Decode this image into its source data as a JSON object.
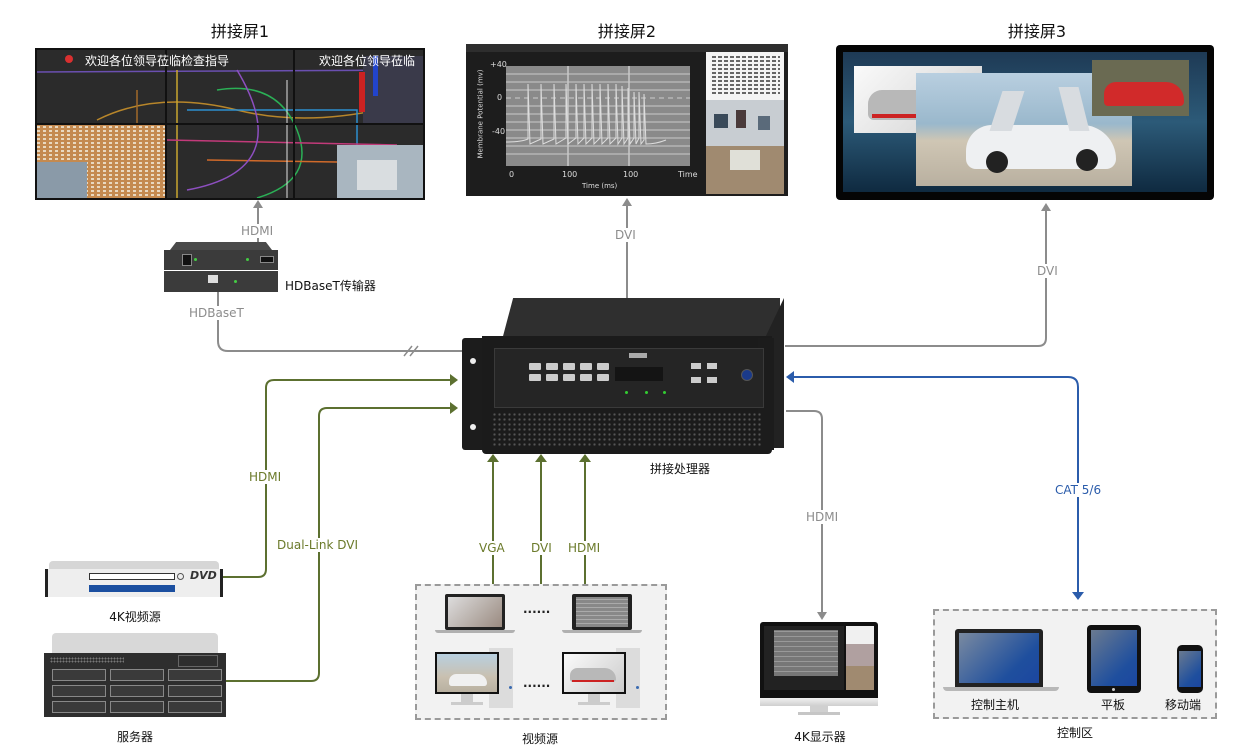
{
  "screens": [
    {
      "title": "拼接屏1",
      "banner_left": "欢迎各位领导莅临检查指导",
      "banner_right": "欢迎各位领导莅临"
    },
    {
      "title": "拼接屏2",
      "chart": {
        "ylabel": "Membrane Potential (mv)",
        "yticks": [
          "+40",
          "0",
          "-40"
        ],
        "xticks": [
          "0",
          "100",
          "100",
          "Time"
        ],
        "xlabel": "Time (ms)"
      }
    },
    {
      "title": "拼接屏3"
    }
  ],
  "devices": {
    "hdbaset_transmitter": "HDBaseT传输器",
    "processor": "拼接处理器",
    "video_source_4k": "4K视频源",
    "server": "服务器",
    "video_sources": "视频源",
    "monitor_4k": "4K显示器",
    "control_area": "控制区",
    "control_host": "控制主机",
    "tablet": "平板",
    "mobile": "移动端",
    "dvd_badge": "DVD",
    "ellipsis": "......"
  },
  "connections": {
    "screen1_hdmi": "HDMI",
    "hdbaset": "HDBaseT",
    "screen2_dvi": "DVI",
    "screen3_dvi": "DVI",
    "dvd_hdmi": "HDMI",
    "server_dvi": "Dual-Link DVI",
    "vga": "VGA",
    "dvi": "DVI",
    "hdmi": "HDMI",
    "monitor_hdmi": "HDMI",
    "cat": "CAT 5/6"
  },
  "colors": {
    "gray_wire": "#8c8c8c",
    "green_wire": "#5c7030",
    "blue_wire": "#2b5cab"
  }
}
